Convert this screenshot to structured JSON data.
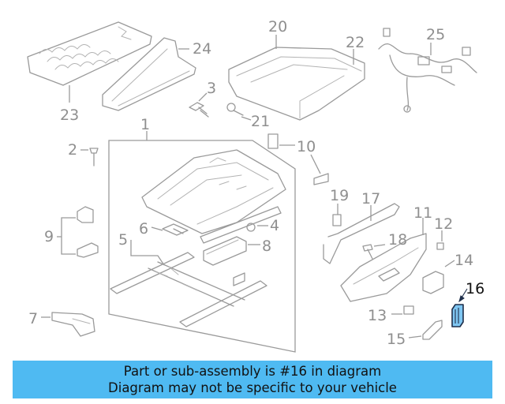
{
  "banner": {
    "line1": "Part or sub-assembly is #16 in diagram",
    "line2": "Diagram may not be specific to your vehicle"
  },
  "callouts": {
    "c1": "1",
    "c2": "2",
    "c3": "3",
    "c4": "4",
    "c5": "5",
    "c6": "6",
    "c7": "7",
    "c8": "8",
    "c9": "9",
    "c10": "10",
    "c11": "11",
    "c12": "12",
    "c13": "13",
    "c14": "14",
    "c15": "15",
    "c16": "16",
    "c17": "17",
    "c18": "18",
    "c19": "19",
    "c20": "20",
    "c21": "21",
    "c22": "22",
    "c23": "23",
    "c24": "24",
    "c25": "25"
  },
  "colors": {
    "highlight_fill": "#7fc6f2",
    "highlight_stroke": "#1f2f4a",
    "banner_bg": "#4fbaf2",
    "line_gray": "#9a9a9a"
  }
}
